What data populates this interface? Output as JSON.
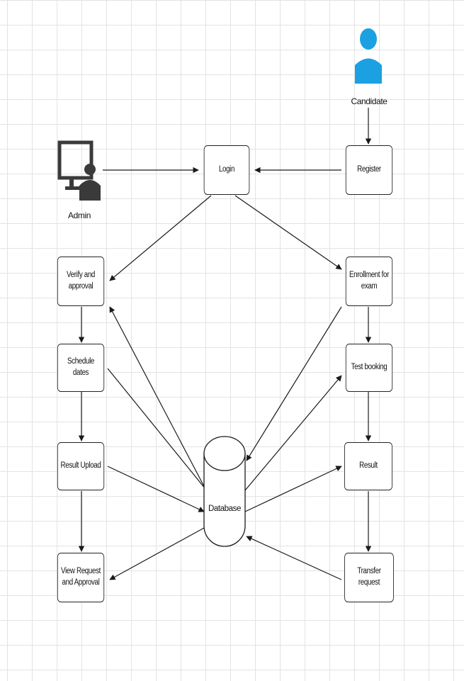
{
  "actors": {
    "candidate": "Candidate",
    "admin": "Admin"
  },
  "nodes": {
    "login": "Login",
    "register": "Register",
    "verify": "Verify and approval",
    "enrollment": "Enrollment for exam",
    "schedule": "Schedule dates",
    "test_booking": "Test booking",
    "result_upload": "Result Upload",
    "result": "Result",
    "view_request": "View Request and Approval",
    "transfer_request": "Transfer request",
    "database": "Database"
  },
  "colors": {
    "candidate_icon": "#1ba1e2",
    "admin_icon": "#3a3a3a",
    "line": "#1a1a1a",
    "grid": "#e3e3e3"
  },
  "icons": {
    "candidate": "user-icon",
    "admin": "computer-user-icon"
  }
}
